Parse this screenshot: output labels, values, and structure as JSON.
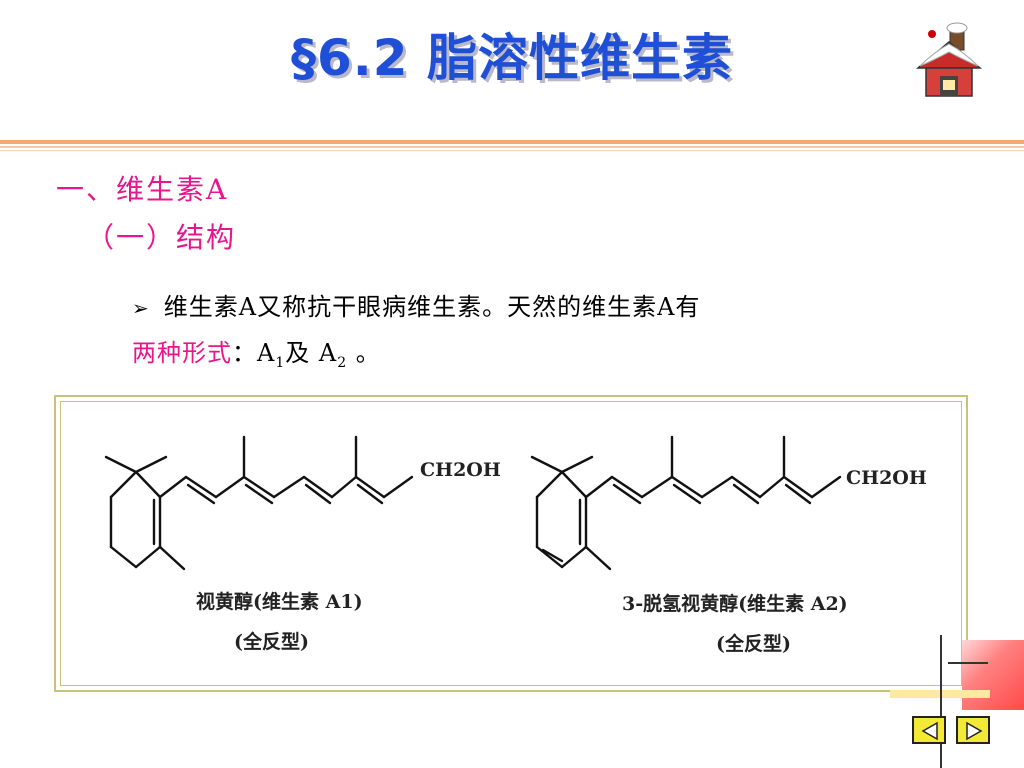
{
  "slide": {
    "title": "§6.2  脂溶性维生素",
    "section": "一、维生素A",
    "subsection": "（一）结构",
    "bullet_line1": "维生素A又称抗干眼病维生素。天然的维生素A有",
    "bullet_line2_highlight": "两种形式",
    "bullet_line2_rest_a": "：A",
    "sub1": "1",
    "bullet_line2_rest_b": "及 A",
    "sub2": "2",
    "bullet_line2_end": " 。"
  },
  "figure": {
    "left_group": "CH2OH",
    "left_name": "视黄醇(维生素 A1)",
    "left_config": "(全反型)",
    "right_group": "CH2OH",
    "right_name": "3-脱氢视黄醇(维生素 A2)",
    "right_config": "(全反型)"
  },
  "nav": {
    "prev_icon": "triangle-left-icon",
    "next_icon": "triangle-right-icon",
    "home_icon": "home-icon"
  },
  "colors": {
    "title": "#1f4fd6",
    "accent_pink": "#e8158c",
    "nav_button": "#f3ea38"
  }
}
